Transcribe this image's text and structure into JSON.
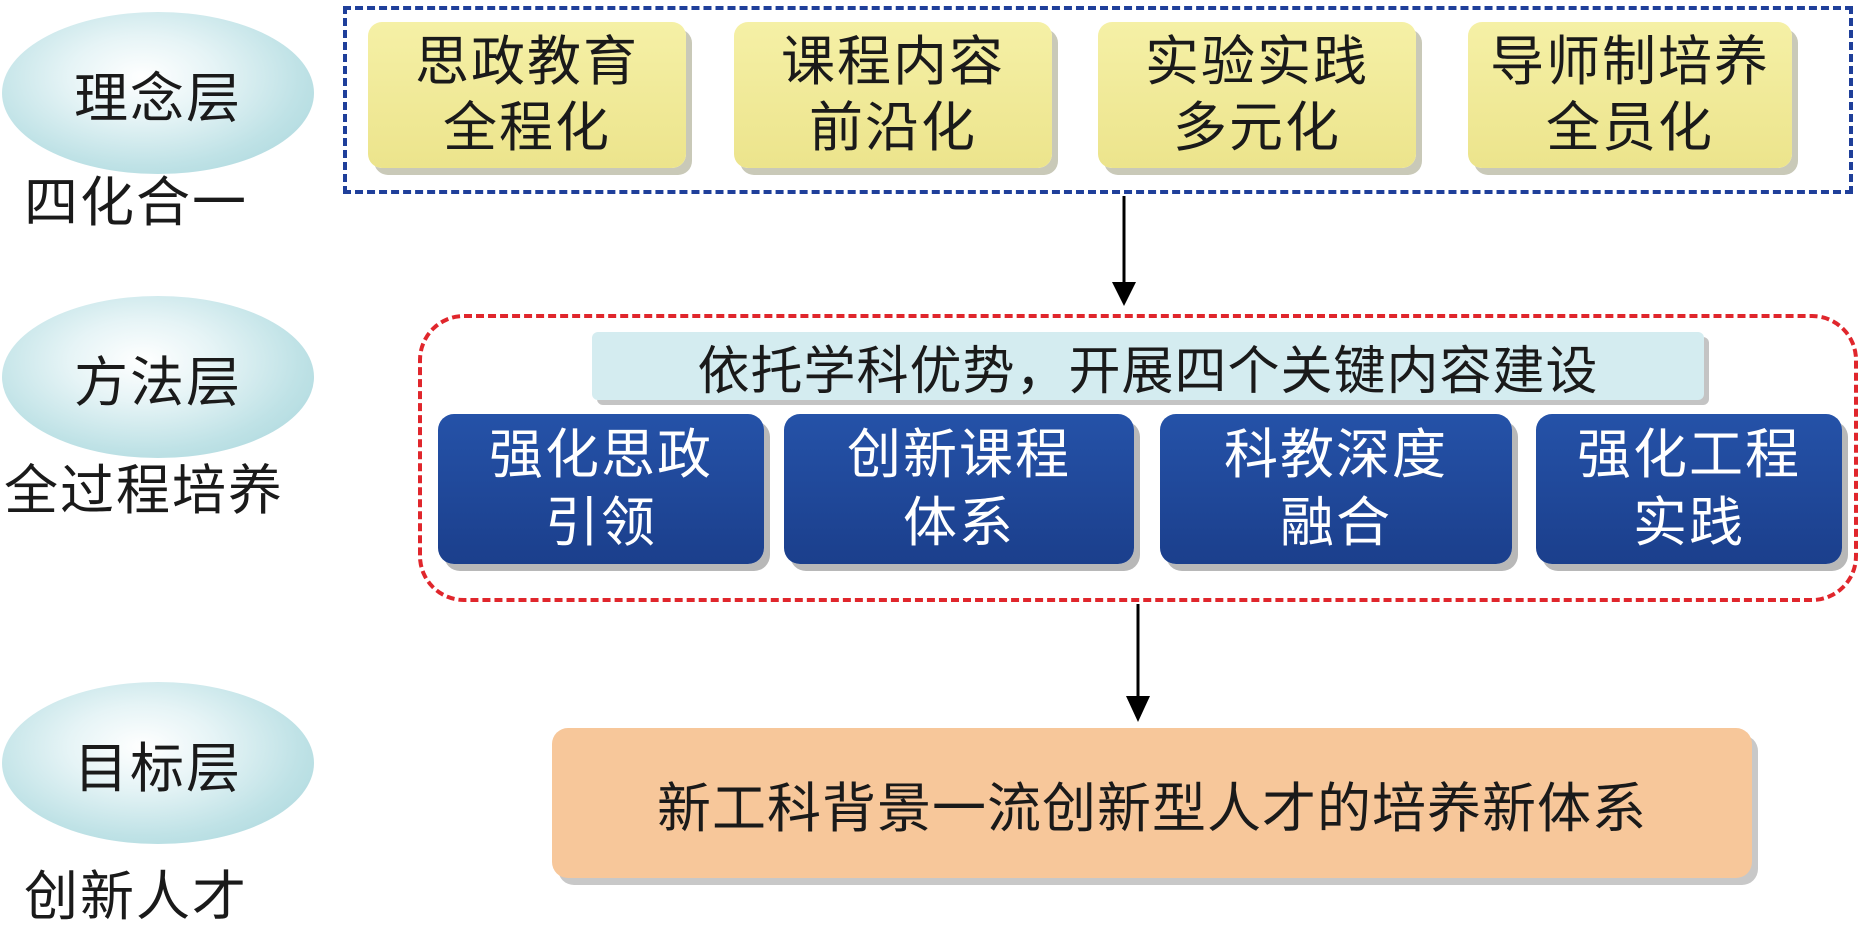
{
  "layers": [
    {
      "name": "理念层",
      "subtitle": "四化合一"
    },
    {
      "name": "方法层",
      "subtitle": "全过程培养"
    },
    {
      "name": "目标层",
      "subtitle": "创新人才"
    }
  ],
  "concept_boxes": [
    {
      "line1": "思政教育",
      "line2": "全程化"
    },
    {
      "line1": "课程内容",
      "line2": "前沿化"
    },
    {
      "line1": "实验实践",
      "line2": "多元化"
    },
    {
      "line1": "导师制培养",
      "line2": "全员化"
    }
  ],
  "method_banner": "依托学科优势，开展四个关键内容建设",
  "method_boxes": [
    {
      "line1": "强化思政",
      "line2": "引领"
    },
    {
      "line1": "创新课程",
      "line2": "体系"
    },
    {
      "line1": "科教深度",
      "line2": "融合"
    },
    {
      "line1": "强化工程",
      "line2": "实践"
    }
  ],
  "target_box": "新工科背景一流创新型人才的培养新体系",
  "colors": {
    "concept_frame": "#1f3f9a",
    "method_frame": "#e0262c",
    "concept_box": "#f5f0a6",
    "method_box": "#1f4a9c",
    "banner": "#d4ecf0",
    "target_box": "#f7c79a",
    "layer_ellipse": "#bfe2e6"
  }
}
